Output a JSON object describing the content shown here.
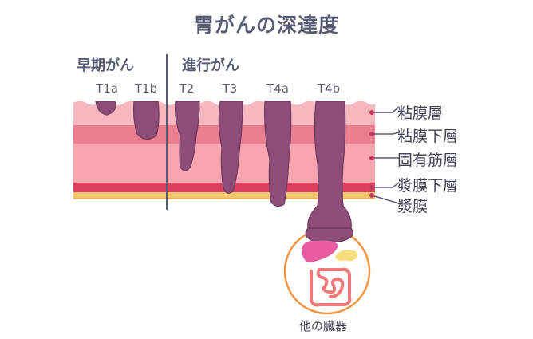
{
  "title": "胃がんの深達度",
  "groups": {
    "early": "早期がん",
    "advanced": "進行がん"
  },
  "stages": [
    "T1a",
    "T1b",
    "T2",
    "T3",
    "T4a",
    "T4b"
  ],
  "layers": [
    "粘膜層",
    "粘膜下層",
    "固有筋層",
    "漿膜下層",
    "漿膜"
  ],
  "organ_label": "他の臓器",
  "colors": {
    "title_text": "#575b73",
    "mucosa": "#f7b7bf",
    "submucosa": "#eb7f8f",
    "muscle": "#f8a5af",
    "subserosa": "#dd3f5e",
    "serosa": "#f7c86b",
    "tumor": "#8e4d78",
    "tumor_outline": "#6e3a60",
    "leader_line": "#575b73",
    "circle": "#f29543",
    "liver": "#e95ca1",
    "pancreas": "#f6de7c",
    "intestine": "#f07a7a"
  }
}
